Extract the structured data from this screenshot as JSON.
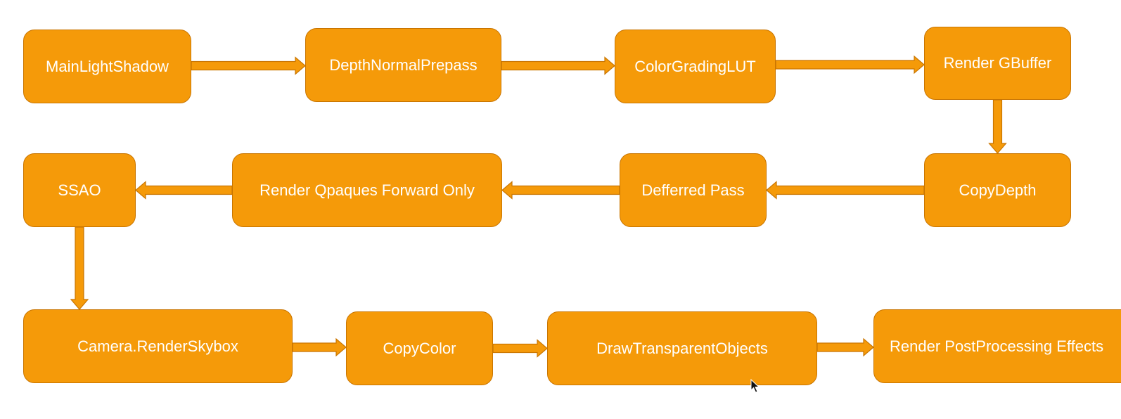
{
  "colors": {
    "node_fill": "#f59a09",
    "node_border": "#c97500",
    "arrow_fill": "#f59a09",
    "arrow_stroke": "#c97500",
    "text": "#ffffff",
    "background": "#ffffff"
  },
  "nodes": [
    {
      "id": "n1",
      "label": "MainLightShadow"
    },
    {
      "id": "n2",
      "label": "DepthNormalPrepass"
    },
    {
      "id": "n3",
      "label": "ColorGradingLUT"
    },
    {
      "id": "n4",
      "label": "Render GBuffer"
    },
    {
      "id": "n5",
      "label": "CopyDepth"
    },
    {
      "id": "n6",
      "label": "Defferred Pass"
    },
    {
      "id": "n7",
      "label": "Render Qpaques Forward Only"
    },
    {
      "id": "n8",
      "label": "SSAO"
    },
    {
      "id": "n9",
      "label": "Camera.RenderSkybox"
    },
    {
      "id": "n10",
      "label": "CopyColor"
    },
    {
      "id": "n11",
      "label": "DrawTransparentObjects"
    },
    {
      "id": "n12",
      "label": "Render PostProcessing Effects"
    }
  ],
  "edges": [
    {
      "from": "n1",
      "to": "n2"
    },
    {
      "from": "n2",
      "to": "n3"
    },
    {
      "from": "n3",
      "to": "n4"
    },
    {
      "from": "n4",
      "to": "n5"
    },
    {
      "from": "n5",
      "to": "n6"
    },
    {
      "from": "n6",
      "to": "n7"
    },
    {
      "from": "n7",
      "to": "n8"
    },
    {
      "from": "n8",
      "to": "n9"
    },
    {
      "from": "n9",
      "to": "n10"
    },
    {
      "from": "n10",
      "to": "n11"
    },
    {
      "from": "n11",
      "to": "n12"
    }
  ],
  "cursor_icon": "mouse-pointer-icon"
}
